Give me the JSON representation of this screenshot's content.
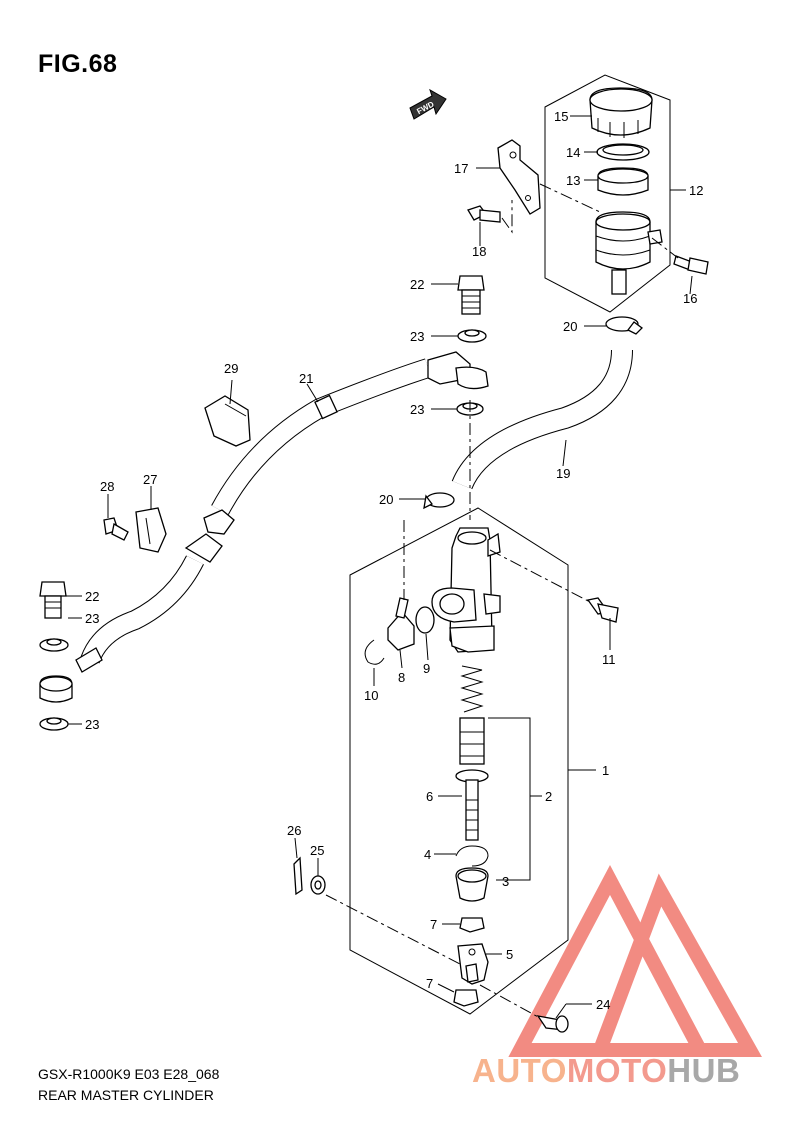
{
  "figure_title": "FIG.68",
  "caption": {
    "code": "GSX-R1000K9 E03 E28_068",
    "name": "REAR MASTER CYLINDER"
  },
  "fwd_marker": "FWD",
  "watermark": {
    "part1": "AUTO",
    "part2": "MOTO",
    "part3": "HUB",
    "colors": {
      "part1": "#f7b38d",
      "part2": "#f39a8e",
      "part3": "#a8a8a8",
      "triangle": "#f28b82"
    }
  },
  "callouts": {
    "c1": "1",
    "c2": "2",
    "c3": "3",
    "c4": "4",
    "c5": "5",
    "c6": "6",
    "c7a": "7",
    "c7b": "7",
    "c8": "8",
    "c9": "9",
    "c10": "10",
    "c11": "11",
    "c12": "12",
    "c13": "13",
    "c14": "14",
    "c15": "15",
    "c16": "16",
    "c17": "17",
    "c18": "18",
    "c19": "19",
    "c20a": "20",
    "c20b": "20",
    "c21": "21",
    "c22a": "22",
    "c22b": "22",
    "c23a": "23",
    "c23b": "23",
    "c23c": "23",
    "c23d": "23",
    "c24": "24",
    "c25": "25",
    "c26": "26",
    "c27": "27",
    "c28": "28",
    "c29": "29"
  }
}
